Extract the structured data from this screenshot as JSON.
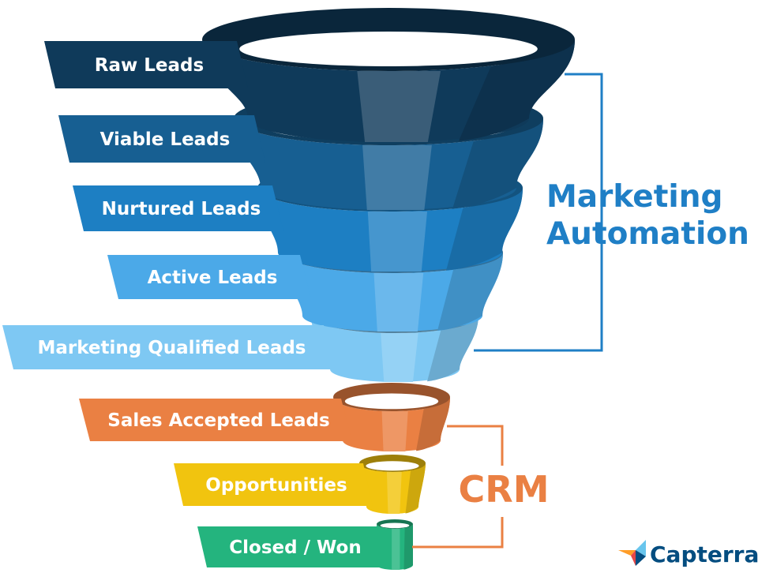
{
  "diagram": {
    "stages": [
      {
        "label": "Raw Leads",
        "color": "#0f3a5a"
      },
      {
        "label": "Viable Leads",
        "color": "#175f92"
      },
      {
        "label": "Nurtured Leads",
        "color": "#1d7fc3"
      },
      {
        "label": "Active Leads",
        "color": "#4ba9e8"
      },
      {
        "label": "Marketing Qualified Leads",
        "color": "#7ec8f3"
      },
      {
        "label": "Sales Accepted Leads",
        "color": "#ea8043"
      },
      {
        "label": "Opportunities",
        "color": "#f1c40f"
      },
      {
        "label": "Closed / Won",
        "color": "#24b47e"
      }
    ],
    "groups": {
      "marketing_automation": {
        "line1": "Marketing",
        "line2": "Automation",
        "color": "#1f7fc6"
      },
      "crm": {
        "label": "CRM",
        "color": "#ea8043"
      }
    }
  },
  "brand": {
    "name": "Capterra"
  }
}
